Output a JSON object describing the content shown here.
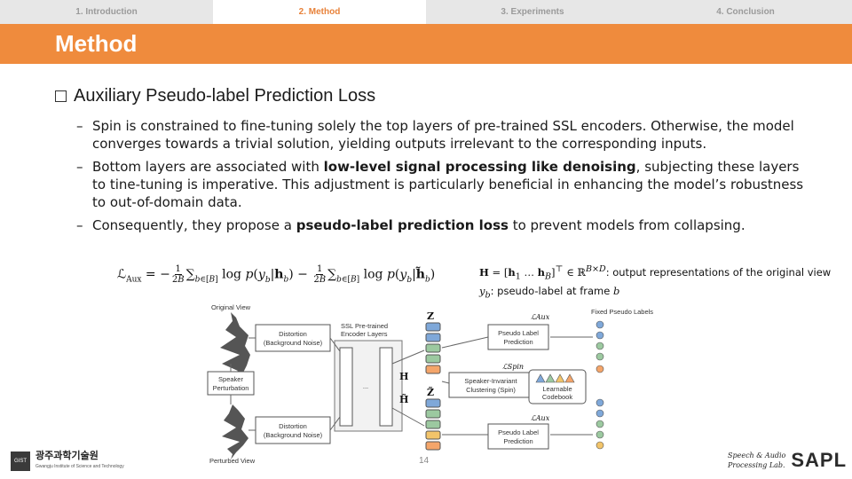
{
  "nav": {
    "tabs": [
      "1. Introduction",
      "2. Method",
      "3. Experiments",
      "4. Conclusion"
    ],
    "active": "2. Method"
  },
  "slide": {
    "title": "Method",
    "heading": "Auxiliary Pseudo-label Prediction Loss",
    "bullets": [
      {
        "dash": "–",
        "text": "Spin is constrained to fine-tuning solely the top layers of pre-trained SSL encoders. Otherwise, the model converges towards a trivial solution, yielding outputs irrelevant to the corresponding inputs."
      },
      {
        "dash": "–",
        "pre": "Bottom layers are associated with ",
        "bold": "low-level signal processing like denoising",
        "post": ", subjecting these layers to tine-tuning is imperative. This adjustment is particularly beneficial in enhancing the model’s robustness to out-of-domain data."
      },
      {
        "dash": "–",
        "pre": "Consequently, they propose a ",
        "bold": "pseudo-label prediction loss",
        "post": " to prevent models from collapsing."
      }
    ],
    "defs": {
      "h_desc": ": output representations of the original view",
      "y_desc": ": pseudo-label at frame "
    },
    "page_number": "14"
  },
  "diagram": {
    "original_view": "Original View",
    "perturbed_view": "Perturbed View",
    "distortion_1": "Distortion",
    "distortion_2": "(Background Noise)",
    "speaker_1": "Speaker",
    "speaker_2": "Perturbation",
    "ssl_1": "SSL Pre-trained",
    "ssl_2": "Encoder Layers",
    "ellipsis": "...",
    "h": "H",
    "h_tilde": "H̃",
    "z": "Z",
    "z_tilde": "Z̃",
    "pseudo_1": "Pseudo Label",
    "pseudo_2": "Prediction",
    "spk_inv_1": "Speaker-Invariant",
    "spk_inv_2": "Clustering (Spin)",
    "codebook_1": "Learnable",
    "codebook_2": "Codebook",
    "fixed_labels": "Fixed Pseudo Labels",
    "l_aux": "ℒAux",
    "l_spin": "ℒSpin"
  },
  "footer": {
    "university": "광주과학기술원",
    "university_en": "Gwangju Institute of Science and Technology",
    "gist": "GIST",
    "lab_line1": "Speech & Audio",
    "lab_line2": "Processing Lab.",
    "lab_logo": "SAPL"
  },
  "colors": {
    "accent": "#ef8b3d",
    "token_colors": [
      "#7fa8d9",
      "#9cc9a0",
      "#f2c46a",
      "#f4a56a"
    ]
  }
}
